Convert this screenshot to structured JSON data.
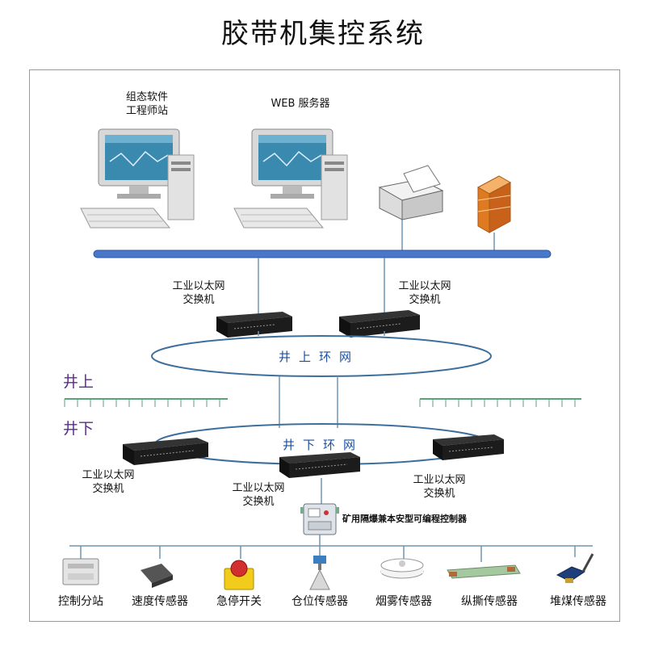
{
  "title": "胶带机集控系统",
  "computers": [
    {
      "label_line1": "组态软件",
      "label_line2": "工程师站"
    },
    {
      "label_line1": "WEB 服务器",
      "label_line2": ""
    }
  ],
  "switches": {
    "upper_left": {
      "line1": "工业以太网",
      "line2": "交换机"
    },
    "upper_right": {
      "line1": "工业以太网",
      "line2": "交换机"
    },
    "lower_left": {
      "line1": "工业以太网",
      "line2": "交换机"
    },
    "lower_mid": {
      "line1": "工业以太网",
      "line2": "交换机"
    },
    "lower_right": {
      "line1": "工业以太网",
      "line2": "交换机"
    }
  },
  "rings": {
    "upper": "井上环网",
    "lower": "井下环网"
  },
  "zones": {
    "above": "井上",
    "below": "井下"
  },
  "controller": "矿用隔爆兼本安型可编程控制器",
  "devices": [
    "控制分站",
    "速度传感器",
    "急停开关",
    "仓位传感器",
    "烟雾传感器",
    "纵撕传感器",
    "堆煤传感器"
  ],
  "colors": {
    "bus": "#4a78c8",
    "line": "#6f95b0",
    "ring": "#3d6f9e",
    "ground": "#5aa37a",
    "switch": "#1c1c1c"
  }
}
